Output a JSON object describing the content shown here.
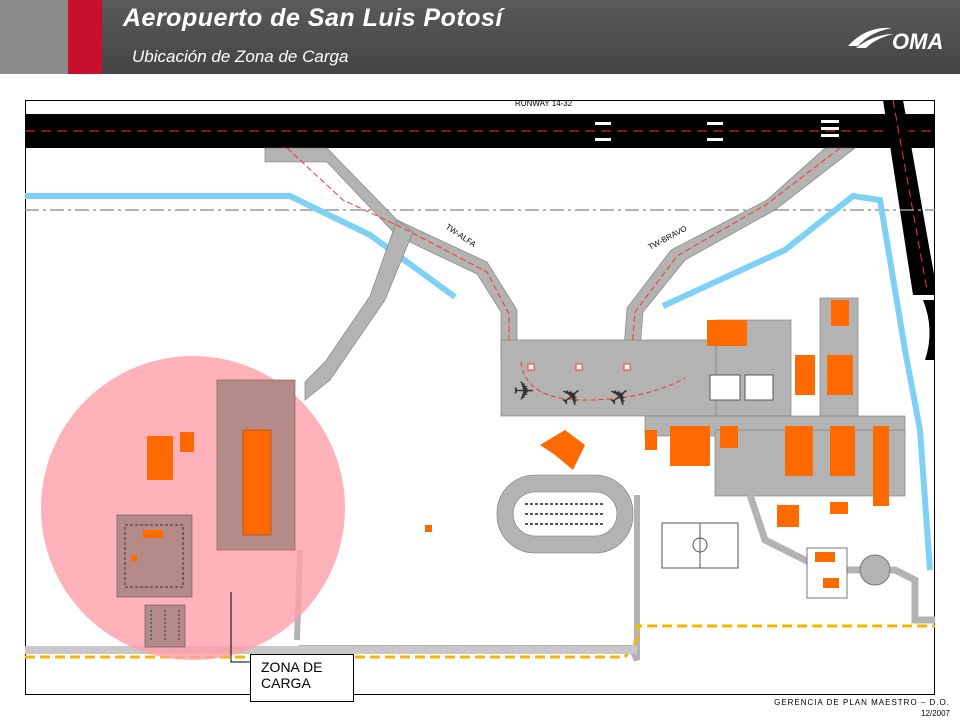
{
  "header": {
    "title": "Aeropuerto de San Luis Potosí",
    "subtitle": "Ubicación de Zona de Carga",
    "logo_text": "OMA"
  },
  "map": {
    "runway_label": "RUNWAY 14-32",
    "taxiway_alfa": "TW-ALFA",
    "taxiway_bravo": "TW-BRAVO",
    "zone_label_line1": "ZONA DE",
    "zone_label_line2": "CARGA"
  },
  "footer": {
    "department": "GERENCIA DE PLAN MAESTRO – D.O.",
    "date": "12/2007"
  },
  "colors": {
    "header_bg": "#4a4a4a",
    "accent_red": "#c8102e",
    "building_orange": "#ff6a00",
    "apron_grey": "#b3b3b3",
    "runway_black": "#000000",
    "water_blue": "#7fd0f5",
    "zone_pink": "#ff9fa8",
    "fence_yellow": "#f2b705"
  }
}
